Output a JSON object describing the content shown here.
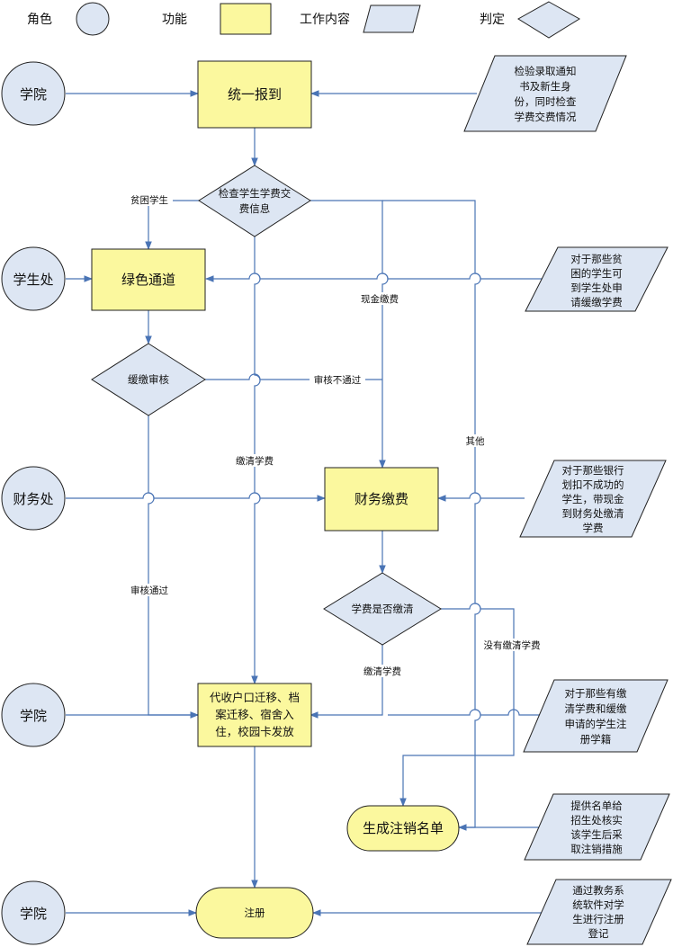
{
  "legend": {
    "role": "角色",
    "function": "功能",
    "work": "工作内容",
    "decision": "判定"
  },
  "roles": [
    "学院",
    "学生处",
    "财务处",
    "学院",
    "学院"
  ],
  "functions": {
    "register_arrival": "统一报到",
    "green_channel": "绿色通道",
    "finance_pay": "财务缴费",
    "agency": [
      "代收户口迁移、档",
      "案迁移、宿舍入",
      "住，校园卡发放"
    ],
    "cancel_list": "生成注销名单",
    "enroll": "注册"
  },
  "decisions": {
    "check_fee": [
      "检查学生学费交",
      "费信息"
    ],
    "defer_review": "缓缴审核",
    "fee_cleared": "学费是否缴清"
  },
  "work": {
    "w1": [
      "检验录取通知",
      "书及新生身",
      "份，同时检查",
      "学费交费情况"
    ],
    "w2": [
      "对于那些贫",
      "困的学生可",
      "到学生处申",
      "请缓缴学费"
    ],
    "w3": [
      "对于那些银行",
      "划扣不成功的",
      "学生，带现金",
      "到财务处缴清",
      "学费"
    ],
    "w4": [
      "对于那些有缴",
      "清学费和缓缴",
      "申请的学生注",
      "册学籍"
    ],
    "w5": [
      "提供名单给",
      "招生处核实",
      "该学生后采",
      "取注销措施"
    ],
    "w6": [
      "通过教务系",
      "统软件对学",
      "生进行注册",
      "登记"
    ]
  },
  "labels": {
    "poor": "贫困学生",
    "cash": "现金缴费",
    "review_fail": "审核不通过",
    "cleared": "缴清学费",
    "other": "其他",
    "review_pass": "审核通过",
    "not_cleared": "没有缴清学费",
    "cleared2": "缴清学费"
  },
  "colors": {
    "line": "#4a74b5",
    "role_fill": "#dde6f3",
    "func_fill": "#fbf89e",
    "work_fill": "#dde6f3",
    "decision_fill": "#dde6f3",
    "stroke": "#222222"
  }
}
